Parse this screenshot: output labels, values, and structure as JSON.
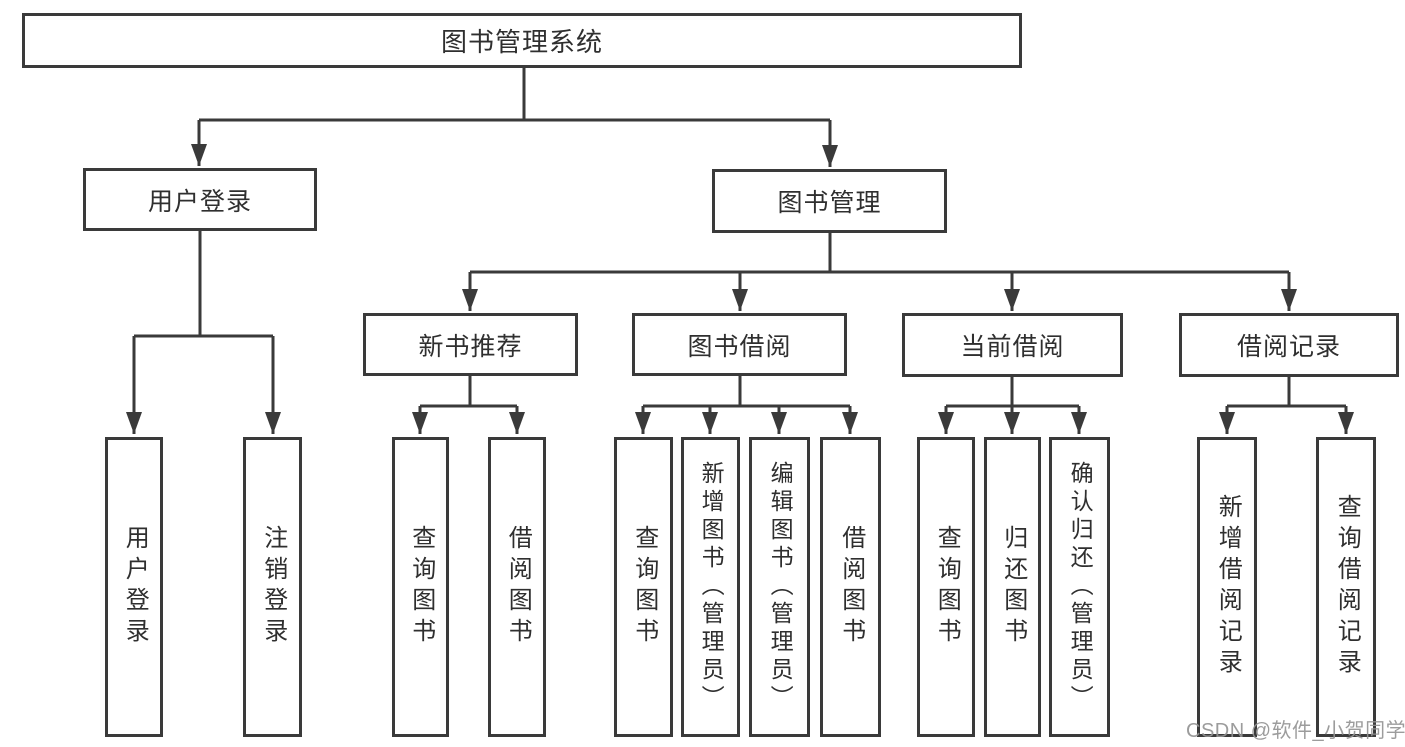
{
  "nodes": {
    "root": {
      "label": "图书管理系统"
    },
    "user_login": {
      "label": "用户登录"
    },
    "book_mgmt": {
      "label": "图书管理"
    },
    "new_book_rec": {
      "label": "新书推荐"
    },
    "book_borrow": {
      "label": "图书借阅"
    },
    "current_borrow": {
      "label": "当前借阅"
    },
    "borrow_records": {
      "label": "借阅记录"
    },
    "leaf_user_login": {
      "label": "用户登录"
    },
    "leaf_logout": {
      "label": "注销登录"
    },
    "leaf_query_books_rec": {
      "label": "查询图书"
    },
    "leaf_borrow_books_rec": {
      "label": "借阅图书"
    },
    "leaf_query_books_borrow": {
      "label": "查询图书"
    },
    "leaf_add_books_admin": {
      "label": "新增图书（管理员）"
    },
    "leaf_edit_books_admin": {
      "label": "编辑图书（管理员）"
    },
    "leaf_borrow_books_borrow": {
      "label": "借阅图书"
    },
    "leaf_query_books_current": {
      "label": "查询图书"
    },
    "leaf_return_books": {
      "label": "归还图书"
    },
    "leaf_confirm_return_admin": {
      "label": "确认归还（管理员）"
    },
    "leaf_add_borrow_record": {
      "label": "新增借阅记录"
    },
    "leaf_query_borrow_record": {
      "label": "查询借阅记录"
    }
  },
  "hierarchy": {
    "图书管理系统": {
      "用户登录": [
        "用户登录",
        "注销登录"
      ],
      "图书管理": {
        "新书推荐": [
          "查询图书",
          "借阅图书"
        ],
        "图书借阅": [
          "查询图书",
          "新增图书（管理员）",
          "编辑图书（管理员）",
          "借阅图书"
        ],
        "当前借阅": [
          "查询图书",
          "归还图书",
          "确认归还（管理员）"
        ],
        "借阅记录": [
          "新增借阅记录",
          "查询借阅记录"
        ]
      }
    }
  },
  "watermark": {
    "text": "CSDN @软件_小贺同学"
  },
  "colors": {
    "line": "#3a3a3a",
    "text": "#2f2f2f",
    "watermark": "#949494",
    "background": "#ffffff"
  }
}
